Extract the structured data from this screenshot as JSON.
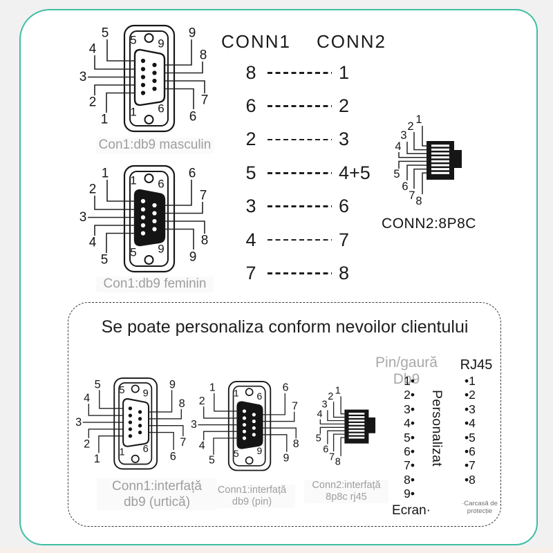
{
  "colors": {
    "frame": "#3fbda1",
    "caption_gray": "#9e9e9e",
    "text_black": "#1b1b1b"
  },
  "bullet": "•",
  "top_section": {
    "db9_male": {
      "caption": "Con1:db9 masculin",
      "left_pins": [
        "5",
        "4",
        "3",
        "2",
        "1"
      ],
      "right_pins": [
        "9",
        "8",
        "7",
        "6"
      ],
      "corners": {
        "tl": "5",
        "tr": "9",
        "bl": "1",
        "br": "6"
      }
    },
    "db9_female": {
      "caption": "Con1:db9 feminin",
      "left_pins": [
        "1",
        "2",
        "3",
        "4",
        "5"
      ],
      "right_pins": [
        "6",
        "7",
        "8",
        "9"
      ],
      "corners": {
        "tl": "1",
        "tr": "6",
        "bl": "5",
        "br": "9"
      }
    },
    "mapping": {
      "col1_header": "CONN1",
      "col2_header": "CONN2",
      "rows": [
        {
          "from": "8",
          "to": "1"
        },
        {
          "from": "6",
          "to": "2"
        },
        {
          "from": "2",
          "to": "3"
        },
        {
          "from": "5",
          "to": "4+5"
        },
        {
          "from": "3",
          "to": "6"
        },
        {
          "from": "4",
          "to": "7"
        },
        {
          "from": "7",
          "to": "8"
        }
      ]
    },
    "rj45": {
      "caption": "CONN2:8P8C",
      "pins": [
        "1",
        "2",
        "3",
        "4",
        "5",
        "6",
        "7",
        "8"
      ]
    }
  },
  "custom_box": {
    "title": "Se poate personaliza conform nevoilor clientului",
    "db9_male": {
      "caption_line1": "Conn1:interfață",
      "caption_line2": "db9 (urtică)",
      "left_pins": [
        "5",
        "4",
        "3",
        "2",
        "1"
      ],
      "right_pins": [
        "9",
        "8",
        "7",
        "6"
      ],
      "corners": {
        "tl": "5",
        "tr": "9",
        "bl": "1",
        "br": "6"
      }
    },
    "db9_female": {
      "caption_line1": "Conn1:interfață",
      "caption_line2": "db9 (pin)",
      "left_pins": [
        "1",
        "2",
        "3",
        "4",
        "5"
      ],
      "right_pins": [
        "6",
        "7",
        "8",
        "9"
      ],
      "corners": {
        "tl": "1",
        "tr": "6",
        "bl": "5",
        "br": "9"
      }
    },
    "rj45": {
      "caption_line1": "Conn2:interfață",
      "caption_line2": "8p8c rj45",
      "pins": [
        "1",
        "2",
        "3",
        "4",
        "5",
        "6",
        "7",
        "8"
      ]
    },
    "table": {
      "left_header": "Pin/gaură Db9",
      "right_header": "RJ45",
      "center_label": "Personalizat",
      "left_rows": [
        "1",
        "2",
        "3",
        "4",
        "5",
        "6",
        "7",
        "8",
        "9"
      ],
      "right_rows": [
        "1",
        "2",
        "3",
        "4",
        "5",
        "6",
        "7",
        "8"
      ],
      "left_footer": "Ecran·",
      "right_footer_line1": "·Carcasă de",
      "right_footer_line2": "protecție"
    }
  }
}
